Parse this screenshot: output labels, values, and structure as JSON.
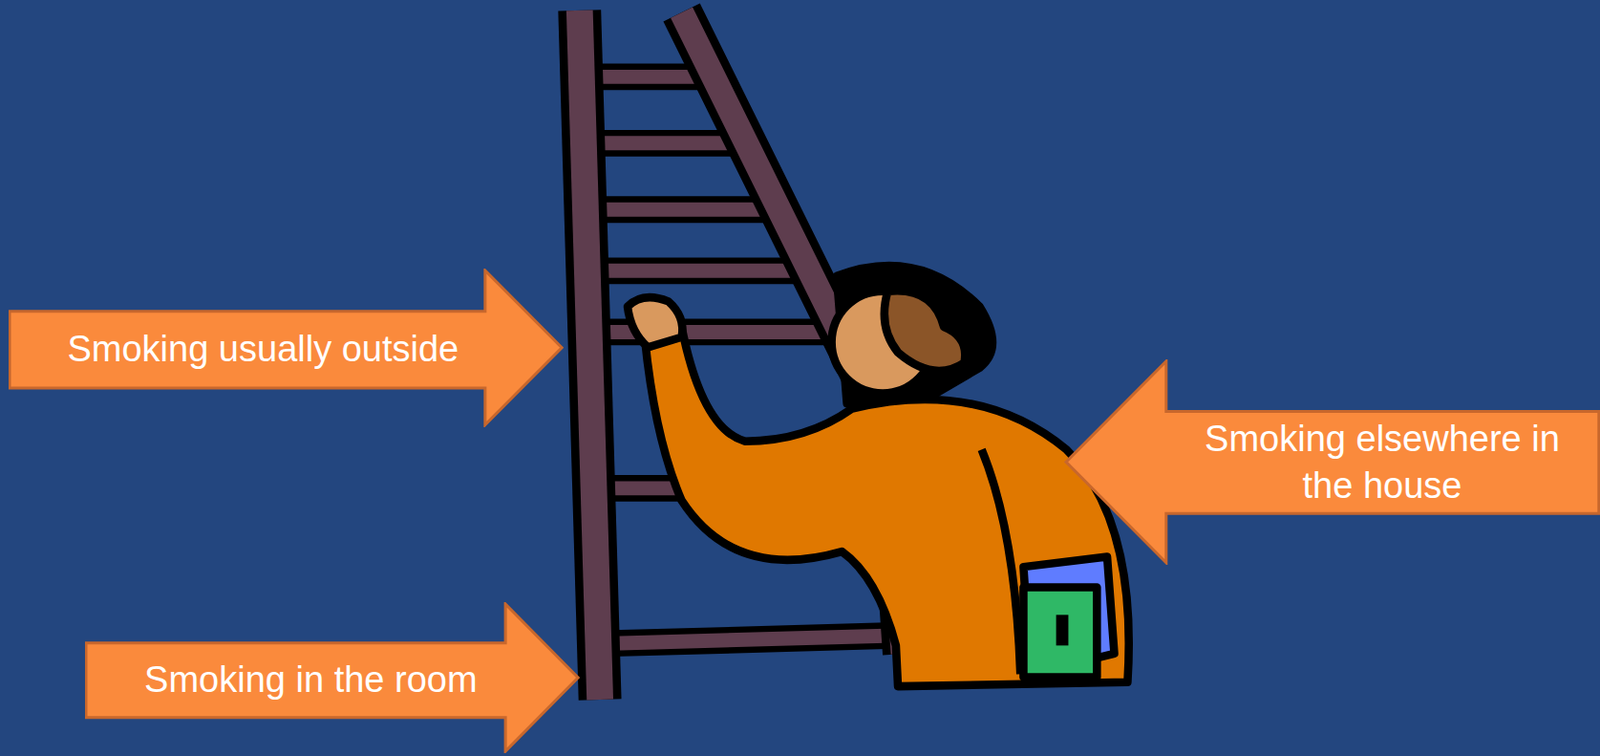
{
  "diagram": {
    "nodes": [
      {
        "text": [
          "Smoking usually outside"
        ]
      },
      {
        "text": [
          "Smoking elsewhere in the house"
        ]
      },
      {
        "text": [
          "Smoking in the room"
        ]
      }
    ]
  }
}
